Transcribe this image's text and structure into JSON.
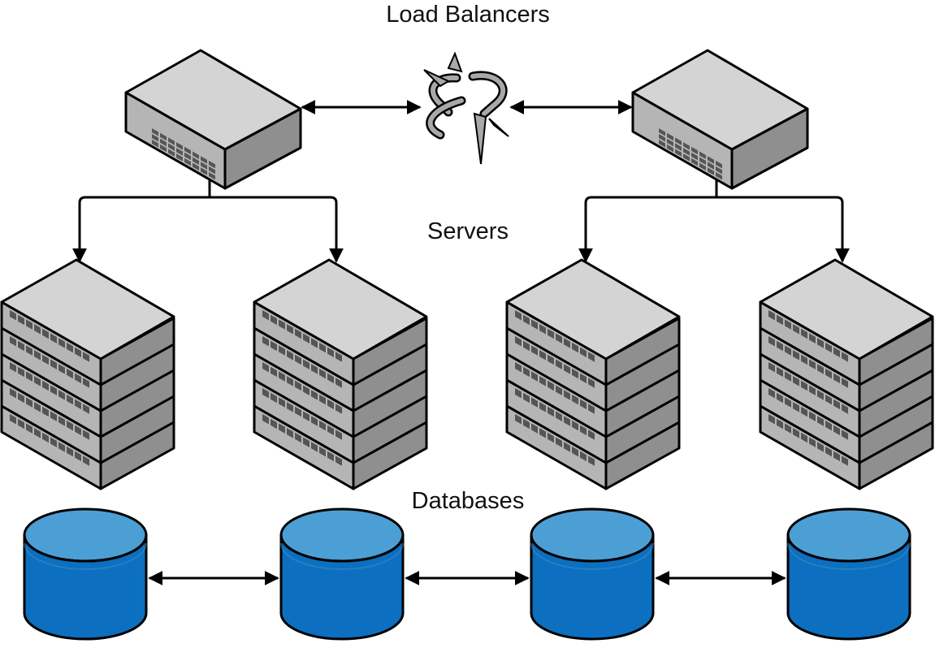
{
  "labels": {
    "load_balancers": "Load Balancers",
    "servers": "Servers",
    "databases": "Databases"
  },
  "colors": {
    "device_top": "#d4d4d4",
    "device_front": "#b5b5b5",
    "device_side": "#8f8f8f",
    "port_slot": "#555555",
    "db_top": "#4c9fd5",
    "db_body": "#0c6fbf",
    "outline": "#000000",
    "broken_link": "#9a9a9a"
  },
  "icons": {
    "load_balancer": "load-balancer-icon",
    "server": "server-stack-icon",
    "database": "database-cylinder-icon",
    "link": "broken-link-icon"
  }
}
